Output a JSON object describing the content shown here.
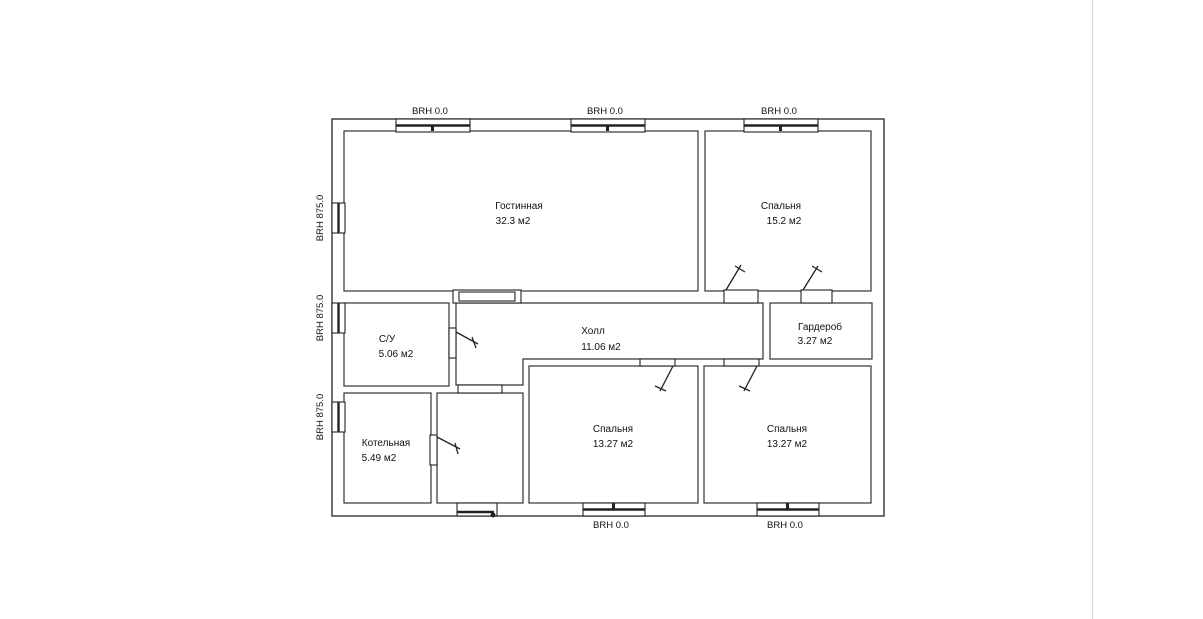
{
  "rooms": {
    "living": {
      "name": "Гостинная",
      "area": "32.3 м2"
    },
    "bed_ne": {
      "name": "Спальня",
      "area": "15.2 м2"
    },
    "hall": {
      "name": "Холл",
      "area": "11.06 м2"
    },
    "wardrobe": {
      "name": "Гардероб",
      "area": "3.27 м2"
    },
    "bath": {
      "name": "С/У",
      "area": "5.06 м2"
    },
    "boiler": {
      "name": "Котельная",
      "area": "5.49 м2"
    },
    "bed_sm": {
      "name": "Спальня",
      "area": "13.27 м2"
    },
    "bed_se": {
      "name": "Спальня",
      "area": "13.27 м2"
    }
  },
  "window_labels": {
    "top_1": "BRH 0.0",
    "top_2": "BRH 0.0",
    "top_3": "BRH 0.0",
    "bottom_1": "BRH 0.0",
    "bottom_2": "BRH 0.0",
    "left_1": "BRH 875.0",
    "left_2": "BRH 875.0",
    "left_3": "BRH 875.0"
  }
}
